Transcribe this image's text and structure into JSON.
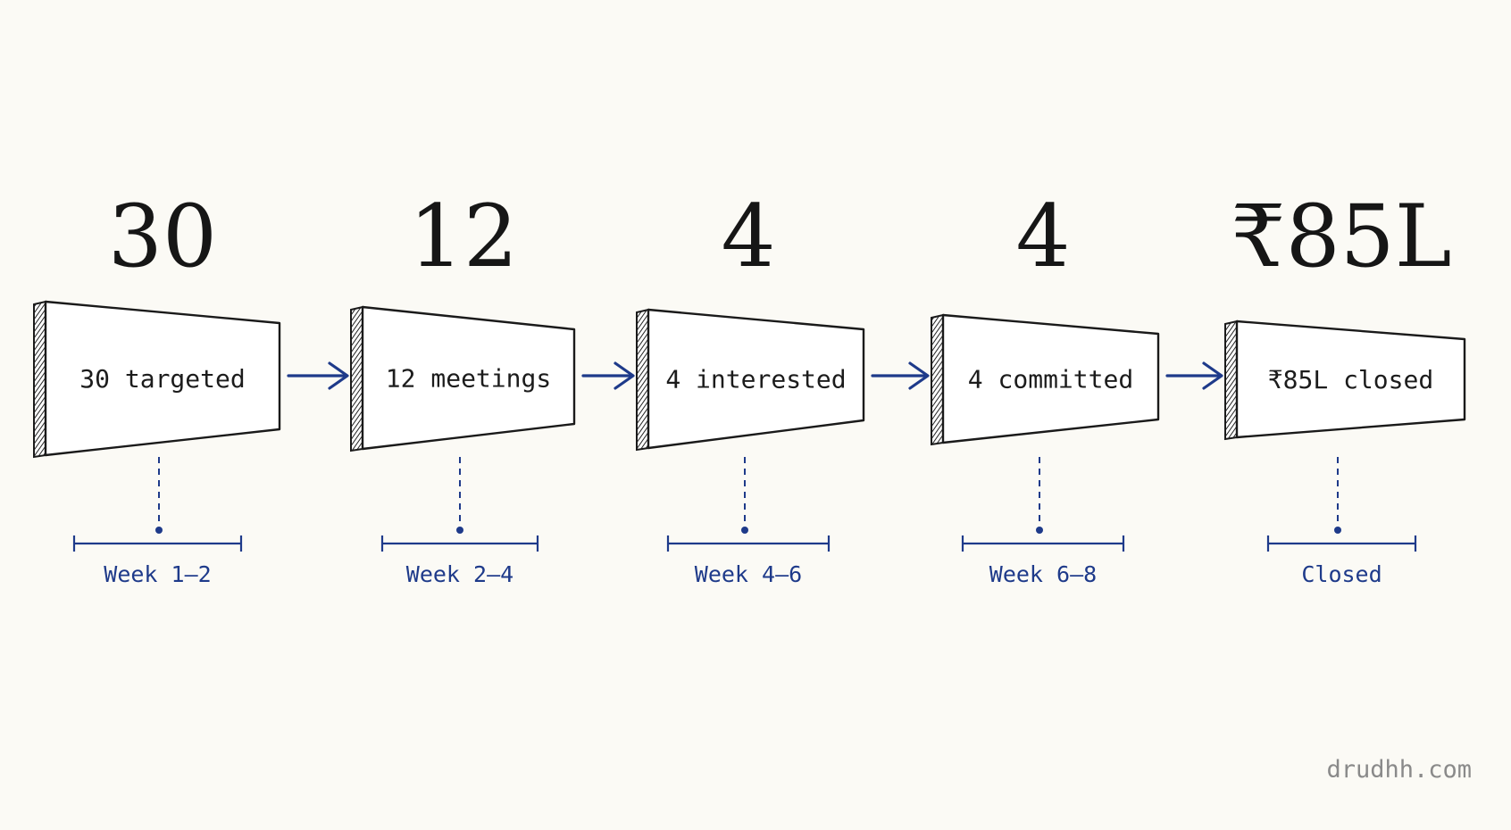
{
  "stages": [
    {
      "value": "30",
      "label": "30 targeted",
      "period": "Week 1–2"
    },
    {
      "value": "12",
      "label": "12 meetings",
      "period": "Week 2–4"
    },
    {
      "value": "4",
      "label": "4 interested",
      "period": "Week 4–6"
    },
    {
      "value": "4",
      "label": "4 committed",
      "period": "Week 6–8"
    },
    {
      "value": "₹85L",
      "label": "₹85L closed",
      "period": "Closed"
    }
  ],
  "watermark": "drudhh.com",
  "colors": {
    "background": "#fbfaf5",
    "ink": "#161616",
    "accent": "#1e3a8a",
    "watermark": "#8a8a8a"
  },
  "icons": {
    "connector": "arrow-right-icon"
  }
}
